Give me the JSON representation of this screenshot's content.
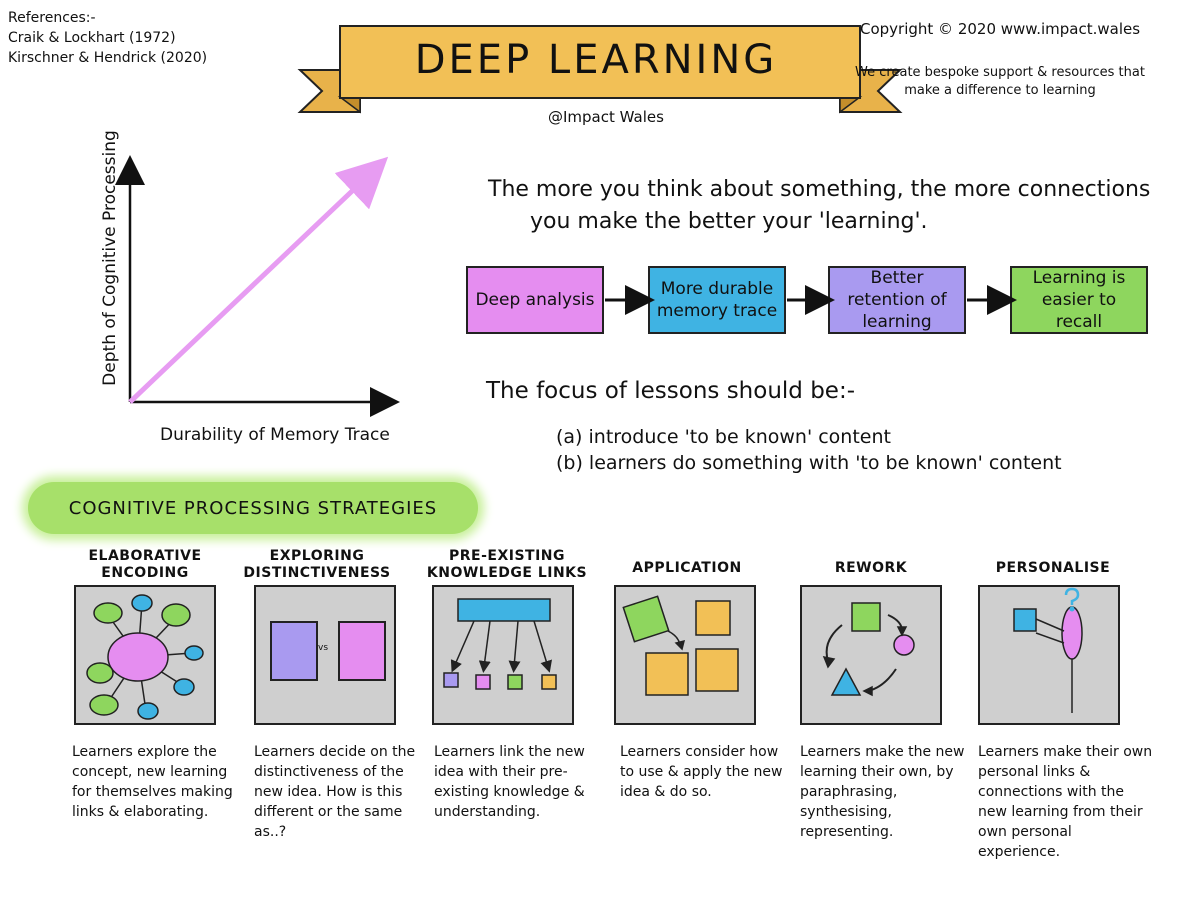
{
  "header": {
    "references_title": "References:-",
    "reference_1": "Craik & Lockhart (1972)",
    "reference_2": "Kirschner & Hendrick (2020)",
    "title": "DEEP LEARNING",
    "handle": "@Impact Wales",
    "copyright": "Copyright © 2020 www.impact.wales",
    "tagline_1": "We create bespoke support & resources that",
    "tagline_2": "make a difference to learning"
  },
  "chart_data": {
    "type": "line",
    "xlabel": "Durability of Memory Trace",
    "ylabel": "Depth of Cognitive Processing",
    "x": [
      0,
      1
    ],
    "series": [
      {
        "values": [
          0,
          1
        ]
      }
    ],
    "xlim": [
      0,
      1
    ],
    "ylim": [
      0,
      1
    ],
    "grid": false,
    "line_color": "#e79cf2"
  },
  "statement": {
    "line1": "The more you think about something, the more connections",
    "line2": "you make the better your 'learning'."
  },
  "flow": [
    {
      "label": "Deep analysis",
      "color": "#e58df0"
    },
    {
      "label": "More durable memory trace",
      "color": "#3fb3e3"
    },
    {
      "label": "Better retention of learning",
      "color": "#a99af0"
    },
    {
      "label": "Learning is easier to recall",
      "color": "#8ed65e"
    }
  ],
  "focus": {
    "title": "The focus of lessons should be:-",
    "item_a": "(a)  introduce 'to be known' content",
    "item_b": "(b)  learners do something with 'to be known' content"
  },
  "strategies": {
    "title": "COGNITIVE PROCESSING STRATEGIES",
    "items": [
      {
        "heading": "ELABORATIVE ENCODING",
        "icon": "mind-map-icon",
        "description": "Learners explore the concept, new learning for themselves making links & elaborating."
      },
      {
        "heading": "EXPLORING DISTINCTIVENESS",
        "icon": "compare-icon",
        "vs": "vs",
        "description": "Learners decide on the distinctiveness of the new idea. How is this different or the same as..?"
      },
      {
        "heading": "PRE-EXISTING KNOWLEDGE LINKS",
        "icon": "hierarchy-icon",
        "description": "Learners link the new idea with their pre-existing knowledge & understanding."
      },
      {
        "heading": "APPLICATION",
        "icon": "apply-blocks-icon",
        "description": "Learners consider how to use & apply the new idea & do so."
      },
      {
        "heading": "REWORK",
        "icon": "cycle-shapes-icon",
        "description": "Learners make the new learning their own, by paraphrasing, synthesising, representing."
      },
      {
        "heading": "PERSONALISE",
        "icon": "person-question-icon",
        "description": "Learners make their own personal links & connections with the new learning from their own personal experience."
      }
    ]
  }
}
